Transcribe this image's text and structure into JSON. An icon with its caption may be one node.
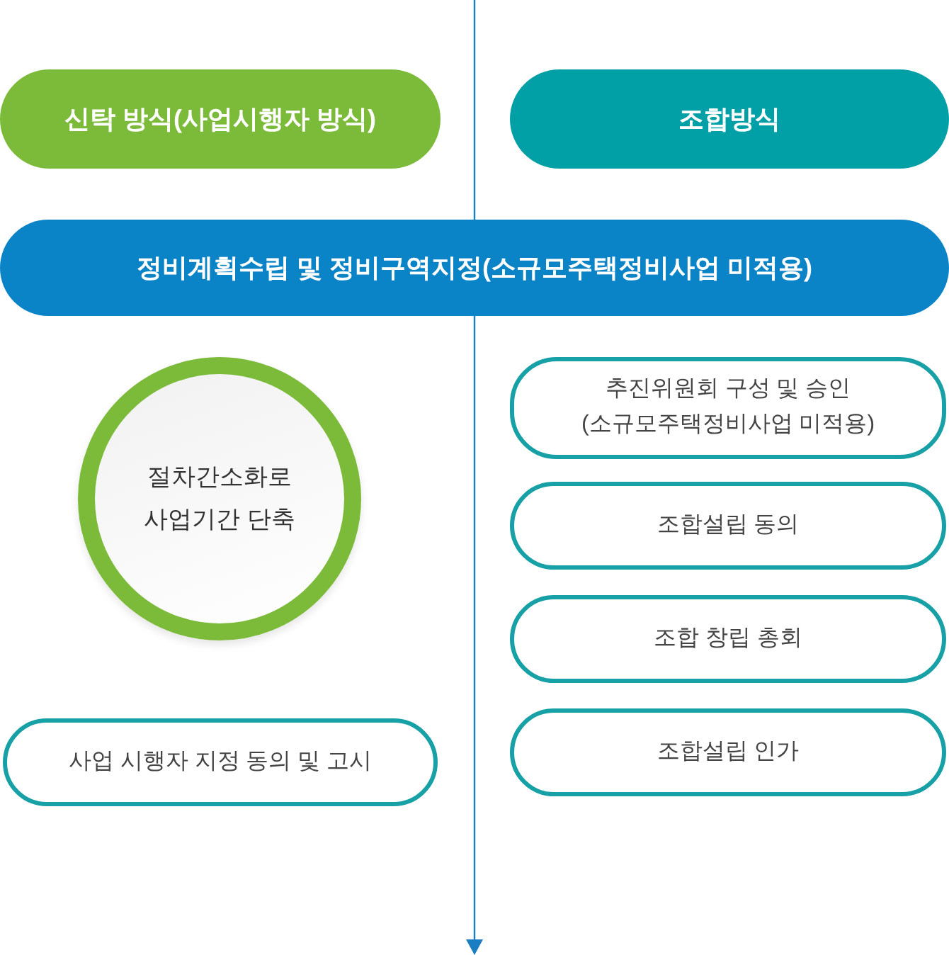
{
  "diagram": {
    "nodes": [
      {
        "text": [
          "신탁 방식(사업시행자 방식)"
        ]
      },
      {
        "text": [
          "조합방식"
        ]
      },
      {
        "text": [
          "정비계획수립 및 정비구역지정(소규모주택정비사업 미적용)"
        ]
      },
      {
        "text": [
          "절차간소화로 사업기간 단축"
        ]
      },
      {
        "text": [
          "사업 시행자 지정 동의 및 고시"
        ]
      },
      {
        "text": [
          "추진위원회 구성 및 승인 (소규모주택정비사업 미적용)"
        ]
      },
      {
        "text": [
          "조합설립 동의"
        ]
      },
      {
        "text": [
          "조합 창립 총회"
        ]
      },
      {
        "text": [
          "조합설립 인가"
        ]
      }
    ]
  }
}
